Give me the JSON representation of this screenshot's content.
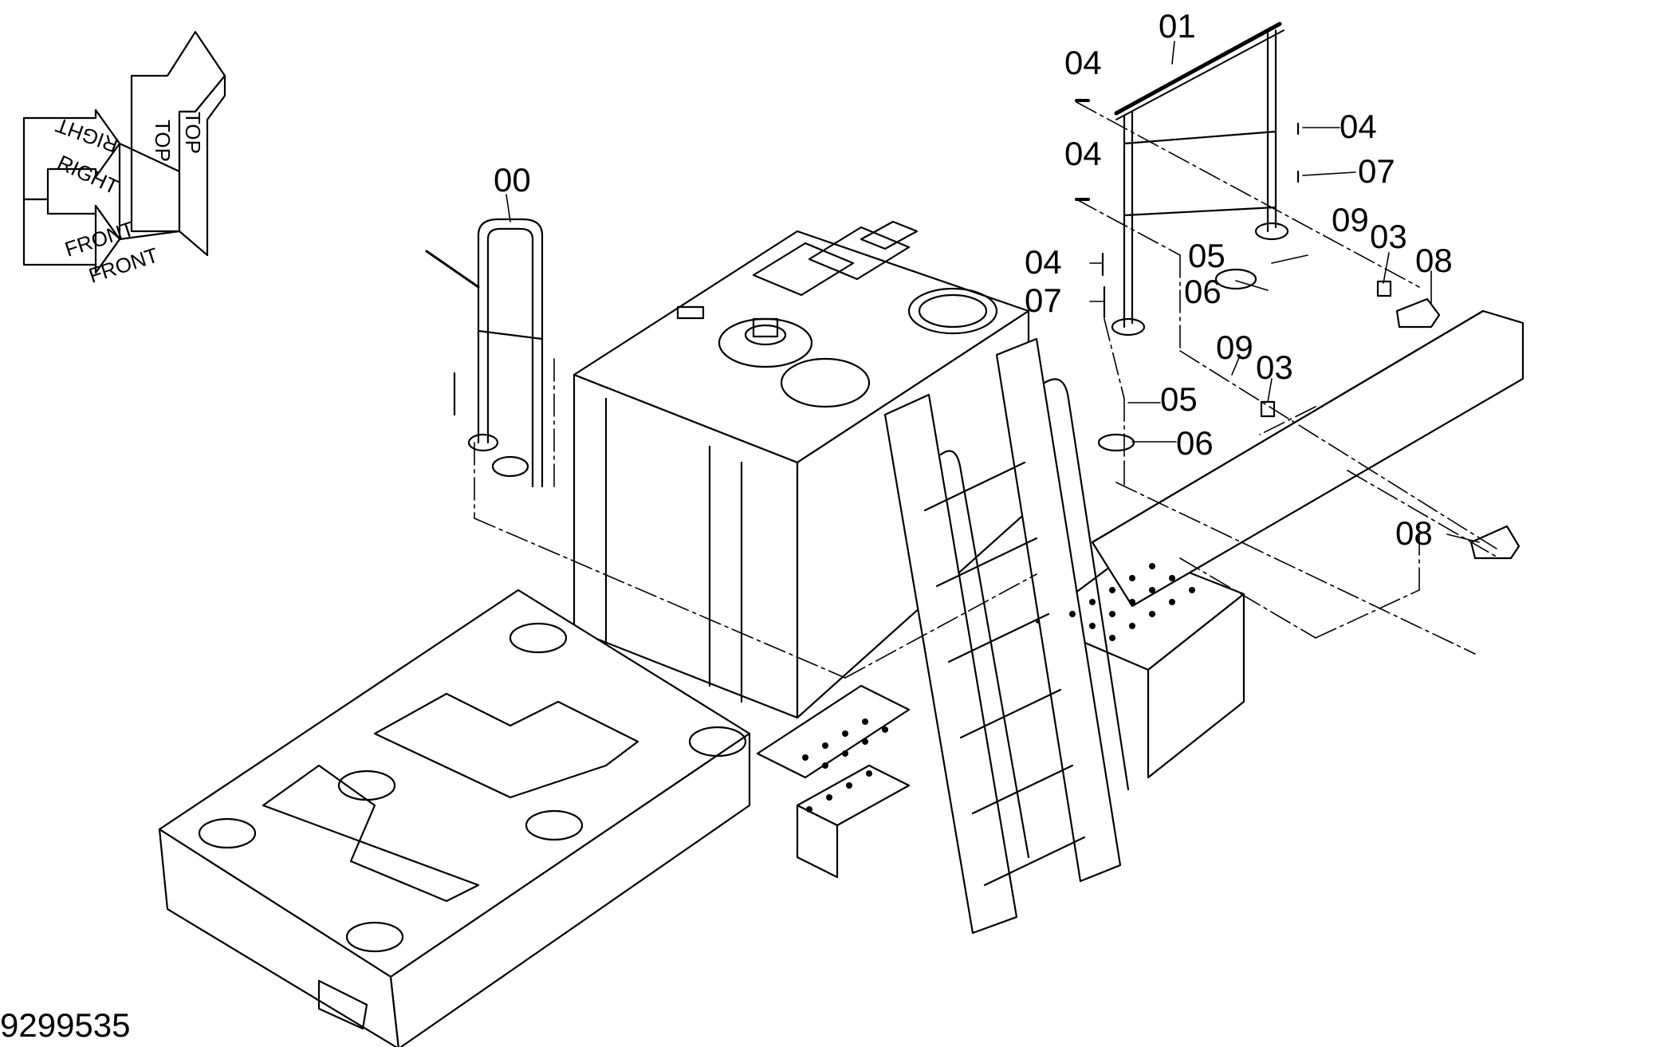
{
  "drawing_number": "9299535",
  "orientation": {
    "top_1": "TOP",
    "top_2": "TOP",
    "right_1": "RIGHT",
    "right_2": "RIGHT",
    "front_1": "FRONT",
    "front_2": "FRONT"
  },
  "callouts": [
    {
      "id": "00",
      "label": "00"
    },
    {
      "id": "01",
      "label": "01"
    },
    {
      "id": "03a",
      "label": "03"
    },
    {
      "id": "03b",
      "label": "03"
    },
    {
      "id": "04a",
      "label": "04"
    },
    {
      "id": "04b",
      "label": "04"
    },
    {
      "id": "04c",
      "label": "04"
    },
    {
      "id": "04d",
      "label": "04"
    },
    {
      "id": "05a",
      "label": "05"
    },
    {
      "id": "05b",
      "label": "05"
    },
    {
      "id": "06a",
      "label": "06"
    },
    {
      "id": "06b",
      "label": "06"
    },
    {
      "id": "07a",
      "label": "07"
    },
    {
      "id": "07b",
      "label": "07"
    },
    {
      "id": "08a",
      "label": "08"
    },
    {
      "id": "08b",
      "label": "08"
    },
    {
      "id": "09a",
      "label": "09"
    },
    {
      "id": "09b",
      "label": "09"
    }
  ]
}
